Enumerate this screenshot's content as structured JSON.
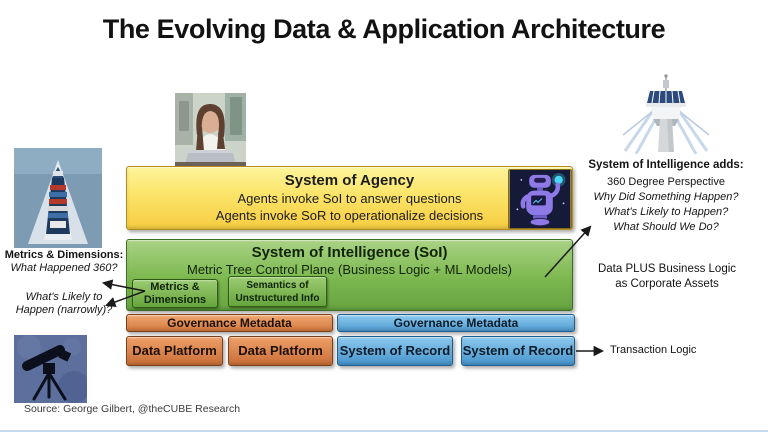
{
  "title": "The Evolving Data & Application Architecture",
  "source_credit": "Source: George Gilbert, @theCUBE Research",
  "agency": {
    "title": "System of Agency",
    "line1": "Agents invoke SoI to answer questions",
    "line2": "Agents invoke SoR to operationalize decisions"
  },
  "intelligence": {
    "title": "System of Intelligence (SoI)",
    "subtitle": "Metric Tree Control Plane (Business Logic + ML Models)",
    "metrics_box": {
      "line1": "Metrics &",
      "line2": "Dimensions"
    },
    "semantics_box": {
      "line1": "Semantics of",
      "line2": "Unstructured Info"
    }
  },
  "data_platform_group": {
    "governance": "Governance Metadata",
    "box1": "Data Platform",
    "box2": "Data Platform"
  },
  "system_of_record_group": {
    "governance": "Governance Metadata",
    "box1": "System of Record",
    "box2": "System of Record"
  },
  "left_note": {
    "heading": "Metrics & Dimensions:",
    "q1": "What Happened 360?",
    "q2_line1": "What's Likely to",
    "q2_line2": "Happen (narrowly)?"
  },
  "right_note": {
    "heading": "System of Intelligence adds:",
    "line1": "360 Degree Perspective",
    "line2": "Why Did Something Happen?",
    "line3": "What's Likely to Happen?",
    "line4": "What Should We Do?"
  },
  "assets_note": {
    "line1": "Data PLUS Business Logic",
    "line2": "as Corporate Assets"
  },
  "transaction_note": "Transaction Logic",
  "icons": {
    "robot": "robot-icon",
    "ship": "container-ship-photo",
    "telescope": "telescope-photo",
    "analyst": "woman-at-laptop-photo",
    "tower": "control-tower-illustration"
  },
  "colors": {
    "agency_yellow": "#F8CE45",
    "intelligence_green": "#6FAE4A",
    "platform_orange": "#D97B42",
    "record_blue": "#5AA7DC"
  }
}
